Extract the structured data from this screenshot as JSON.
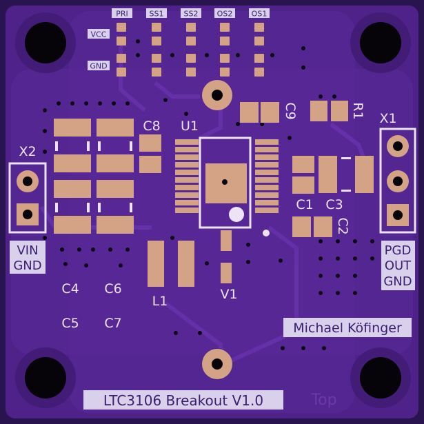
{
  "board": {
    "title": "LTC3106 Breakout V1.0",
    "author": "Michael Köfinger",
    "layer": "Top"
  },
  "jumpers": {
    "labels": [
      "PRI",
      "SS1",
      "SS2",
      "OS2",
      "OS1"
    ],
    "rows": [
      "VCC",
      "GND"
    ]
  },
  "connectors": {
    "x1": {
      "name": "X1",
      "pins": [
        "PGD",
        "OUT",
        "GND"
      ]
    },
    "x2": {
      "name": "X2",
      "pins": [
        "VIN",
        "GND"
      ]
    }
  },
  "refdes": {
    "c1": "C1",
    "c2": "C2",
    "c3": "C3",
    "c4": "C4",
    "c5": "C5",
    "c6": "C6",
    "c7": "C7",
    "c8": "C8",
    "c9": "C9",
    "l1": "L1",
    "r1": "R1",
    "u1": "U1",
    "v1": "V1"
  },
  "colors": {
    "board": "#4e2288",
    "copper": "#5a2a99",
    "pad": "#d4a285",
    "silk": "#ece4f6",
    "hole": "#060309"
  }
}
